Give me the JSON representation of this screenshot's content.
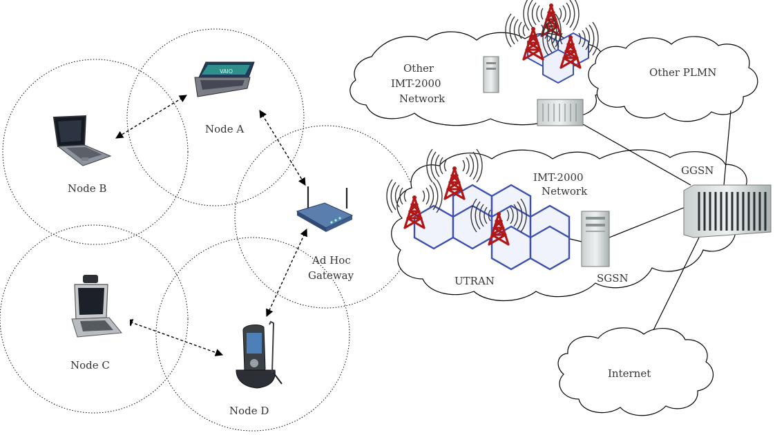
{
  "nodes": {
    "a": "Node A",
    "b": "Node B",
    "c": "Node C",
    "d": "Node D"
  },
  "gateway": [
    "Ad Hoc",
    "Gateway"
  ],
  "networks": {
    "other_imt": [
      "Other",
      "IMT-2000",
      "Network"
    ],
    "other_plmn": "Other PLMN",
    "imt_2000": [
      "IMT-2000",
      "Network"
    ],
    "internet": "Internet"
  },
  "elements": {
    "ggsn": "GGSN",
    "sgsn": "SGSN",
    "utran": "UTRAN"
  },
  "colors": {
    "tower_red": "#b01818",
    "hex_blue": "#3a4fb0",
    "line": "#000000"
  }
}
